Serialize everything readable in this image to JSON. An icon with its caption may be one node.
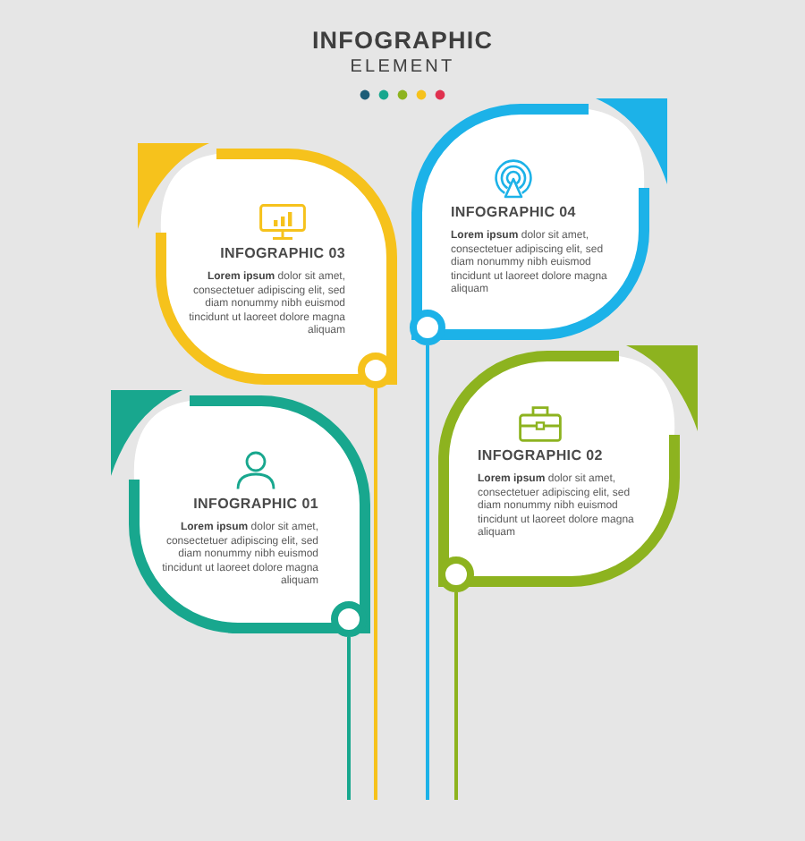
{
  "diagram": {
    "title": "**INFOGRAPHIC** ELEMENT",
    "nodes": [
      {
        "text": [
          "INFOGRAPHIC 03",
          "**Lorem ipsum** dolor sit amet, consectetuer adipiscing elit, sed diam nonummy nibh euismod tincidunt ut laoreet dolore magna aliquam"
        ]
      },
      {
        "text": [],
        "shape": "circle"
      },
      {
        "text": [
          "INFOGRAPHIC 04",
          "**Lorem ipsum** dolor sit amet, consectetuer adipiscing elit, sed diam nonummy nibh euismod tincidunt ut laoreet dolore magna aliquam"
        ]
      },
      {
        "text": [],
        "shape": "circle"
      },
      {
        "text": [
          "INFOGRAPHIC 01",
          "**Lorem ipsum** dolor sit amet, consectetuer adipiscing elit, sed diam nonummy nibh euismod tincidunt ut laoreet dolore magna aliquam"
        ]
      },
      {
        "text": [],
        "shape": "circle"
      },
      {
        "text": [
          "INFOGRAPHIC 02",
          "**Lorem ipsum** dolor sit amet, consectetuer adipiscing elit, sed diam nonummy nibh euismod tincidunt ut laoreet dolore magna aliquam"
        ]
      },
      {
        "text": [],
        "shape": "circle"
      }
    ],
    "edges": [
      {
        "from": 1,
        "to": null,
        "arrow": "none",
        "color": "#f6c21c"
      },
      {
        "from": 3,
        "to": null,
        "arrow": "none",
        "color": "#1cb2e8"
      },
      {
        "from": 5,
        "to": null,
        "arrow": "none",
        "color": "#18a78e"
      },
      {
        "from": 7,
        "to": null,
        "arrow": "none",
        "color": "#8db31f"
      }
    ]
  }
}
